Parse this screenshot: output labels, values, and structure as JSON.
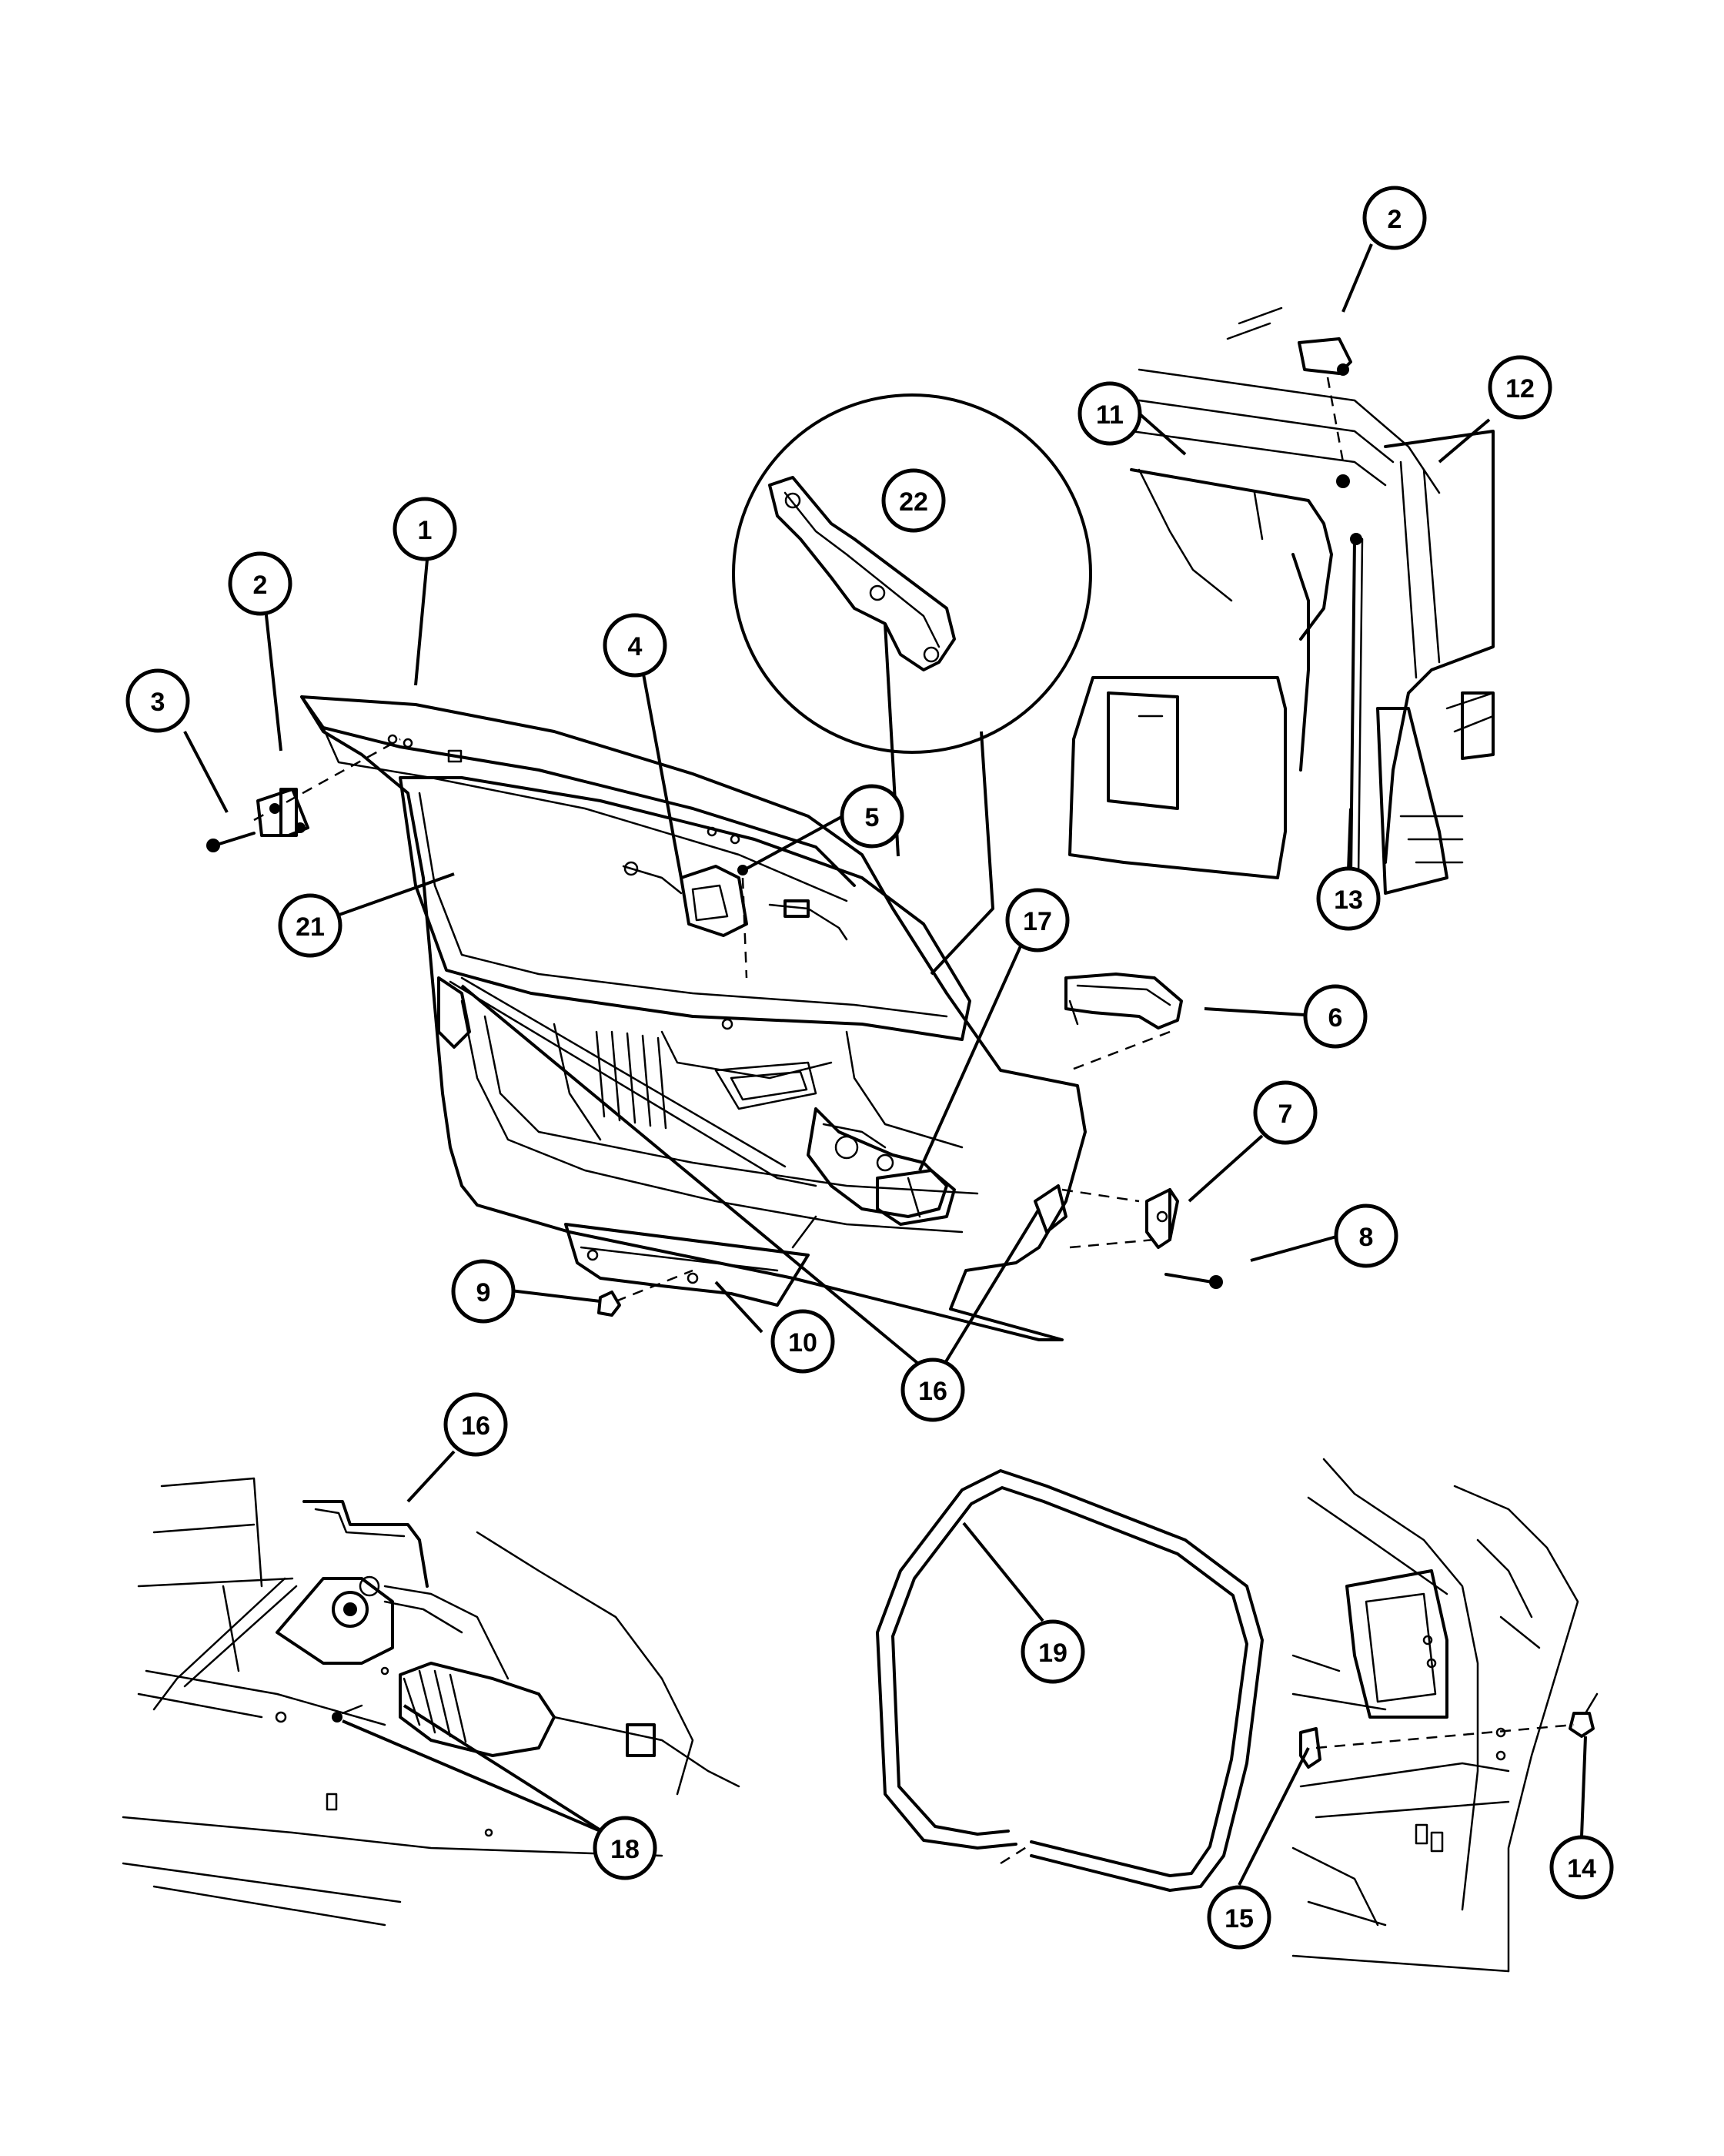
{
  "callouts": [
    {
      "id": "c1",
      "label": "1",
      "part": "liftgate-panel"
    },
    {
      "id": "c2a",
      "label": "2",
      "part": "hinge"
    },
    {
      "id": "c2b",
      "label": "2",
      "part": "hinge"
    },
    {
      "id": "c3",
      "label": "3",
      "part": "screw"
    },
    {
      "id": "c4",
      "label": "4",
      "part": "latch"
    },
    {
      "id": "c5",
      "label": "5",
      "part": "nut"
    },
    {
      "id": "c6",
      "label": "6",
      "part": "handle"
    },
    {
      "id": "c7",
      "label": "7",
      "part": "striker-bracket"
    },
    {
      "id": "c8",
      "label": "8",
      "part": "bolt"
    },
    {
      "id": "c9",
      "label": "9",
      "part": "nut"
    },
    {
      "id": "c10",
      "label": "10",
      "part": "cover-plate"
    },
    {
      "id": "c11",
      "label": "11",
      "part": "nut"
    },
    {
      "id": "c12",
      "label": "12",
      "part": "prop-rod"
    },
    {
      "id": "c13",
      "label": "13",
      "part": "support-rod"
    },
    {
      "id": "c14",
      "label": "14",
      "part": "bumper"
    },
    {
      "id": "c15",
      "label": "15",
      "part": "striker"
    },
    {
      "id": "c16a",
      "label": "16",
      "part": "lock-link"
    },
    {
      "id": "c16b",
      "label": "16",
      "part": "lock-link"
    },
    {
      "id": "c17",
      "label": "17",
      "part": "lock-actuator"
    },
    {
      "id": "c18",
      "label": "18",
      "part": "screw"
    },
    {
      "id": "c19",
      "label": "19",
      "part": "weatherstrip"
    },
    {
      "id": "c21",
      "label": "21",
      "part": "inner-panel"
    },
    {
      "id": "c22",
      "label": "22",
      "part": "reinforcement"
    }
  ]
}
